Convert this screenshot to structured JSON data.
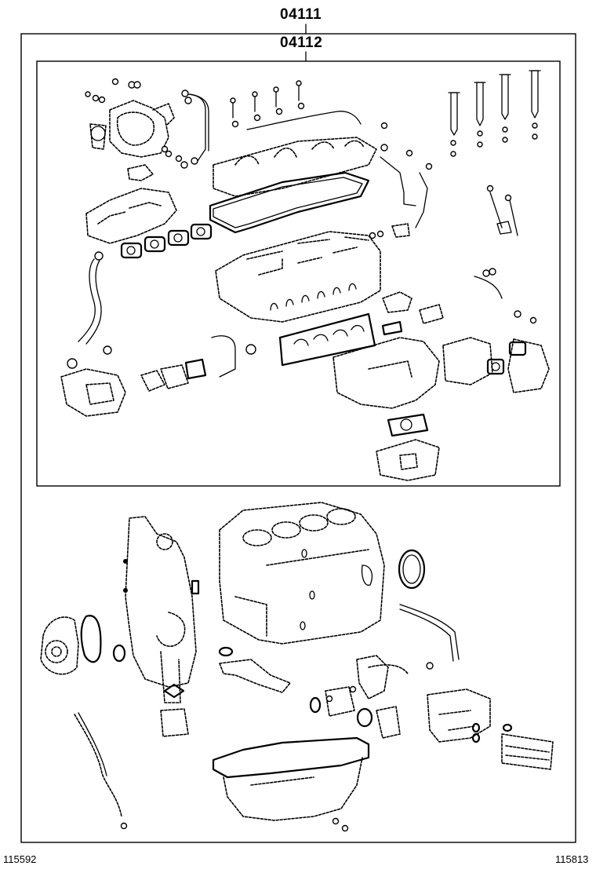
{
  "labels": {
    "outer_kit": "04111",
    "inner_kit": "04112"
  },
  "footer": {
    "left_code": "115592",
    "right_code": "115813"
  }
}
